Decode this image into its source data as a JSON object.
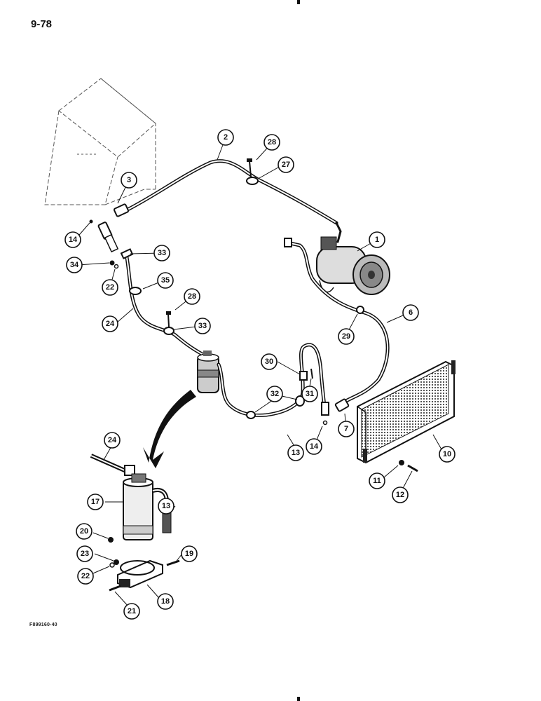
{
  "page_number": "9-78",
  "figure_code": "F899160-40",
  "callouts": [
    {
      "id": "c1",
      "label": "1"
    },
    {
      "id": "c2",
      "label": "2"
    },
    {
      "id": "c3",
      "label": "3"
    },
    {
      "id": "c6",
      "label": "6"
    },
    {
      "id": "c7",
      "label": "7"
    },
    {
      "id": "c10",
      "label": "10"
    },
    {
      "id": "c11",
      "label": "11"
    },
    {
      "id": "c12",
      "label": "12"
    },
    {
      "id": "c13a",
      "label": "13"
    },
    {
      "id": "c13b",
      "label": "13"
    },
    {
      "id": "c14a",
      "label": "14"
    },
    {
      "id": "c14b",
      "label": "14"
    },
    {
      "id": "c17",
      "label": "17"
    },
    {
      "id": "c18",
      "label": "18"
    },
    {
      "id": "c19",
      "label": "19"
    },
    {
      "id": "c20",
      "label": "20"
    },
    {
      "id": "c21",
      "label": "21"
    },
    {
      "id": "c22a",
      "label": "22"
    },
    {
      "id": "c22b",
      "label": "22"
    },
    {
      "id": "c23",
      "label": "23"
    },
    {
      "id": "c24a",
      "label": "24"
    },
    {
      "id": "c24b",
      "label": "24"
    },
    {
      "id": "c27",
      "label": "27"
    },
    {
      "id": "c28a",
      "label": "28"
    },
    {
      "id": "c28b",
      "label": "28"
    },
    {
      "id": "c29",
      "label": "29"
    },
    {
      "id": "c30",
      "label": "30"
    },
    {
      "id": "c31",
      "label": "31"
    },
    {
      "id": "c32",
      "label": "32"
    },
    {
      "id": "c33a",
      "label": "33"
    },
    {
      "id": "c33b",
      "label": "33"
    },
    {
      "id": "c34",
      "label": "34"
    },
    {
      "id": "c35",
      "label": "35"
    }
  ]
}
